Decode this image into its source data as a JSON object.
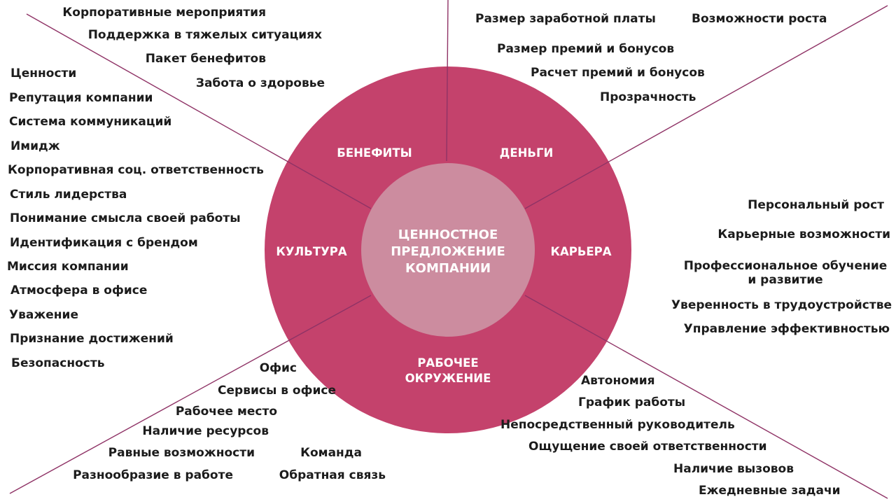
{
  "colors": {
    "outer_ring": "#c4426c",
    "inner_circle": "#cc8c9f",
    "rays": "#8f3366",
    "text": "#1c1c1c",
    "ring_text": "#ffffff"
  },
  "center": {
    "line1": "ЦЕННОСТНОЕ",
    "line2": "ПРЕДЛОЖЕНИЕ",
    "line3": "КОМПАНИИ"
  },
  "segments": {
    "benefits": "БЕНЕФИТЫ",
    "money": "ДЕНЬГИ",
    "career": "КАРЬЕРА",
    "culture": "КУЛЬТУРА",
    "work_env_line1": "РАБОЧЕЕ",
    "work_env_line2": "ОКРУЖЕНИЕ"
  },
  "benefits_items": [
    "Корпоративные мероприятия",
    "Поддержка в тяжелых ситуациях",
    "Пакет бенефитов",
    "Забота о здоровье"
  ],
  "money_items": [
    "Размер заработной платы",
    "Возможности роста",
    "Размер премий и бонусов",
    "Расчет премий и бонусов",
    "Прозрачность"
  ],
  "career_items": [
    "Персональный рост",
    "Карьерные возможности",
    "Профессиональное обучение",
    "и развитие",
    "Уверенность в трудоустройстве",
    "Управление эффективностью"
  ],
  "culture_items": [
    "Ценности",
    "Репутация компании",
    "Система коммуникаций",
    "Имидж",
    "Корпоративная соц. ответственность",
    "Стиль лидерства",
    "Понимание смысла своей работы",
    "Идентификация с брендом",
    "Миссия компании",
    "Атмосфера в офисе",
    "Уважение",
    "Признание достижений",
    "Безопасность"
  ],
  "work_env_left_items": [
    "Офис",
    "Сервисы в офисе",
    "Рабочее место",
    "Наличие ресурсов",
    "Равные возможности",
    "Команда",
    "Разнообразие в работе",
    "Обратная связь"
  ],
  "work_env_right_items": [
    "Автономия",
    "График работы",
    "Непосредственный руководитель",
    "Ощущение своей ответственности",
    "Наличие вызовов",
    "Ежедневные задачи"
  ]
}
